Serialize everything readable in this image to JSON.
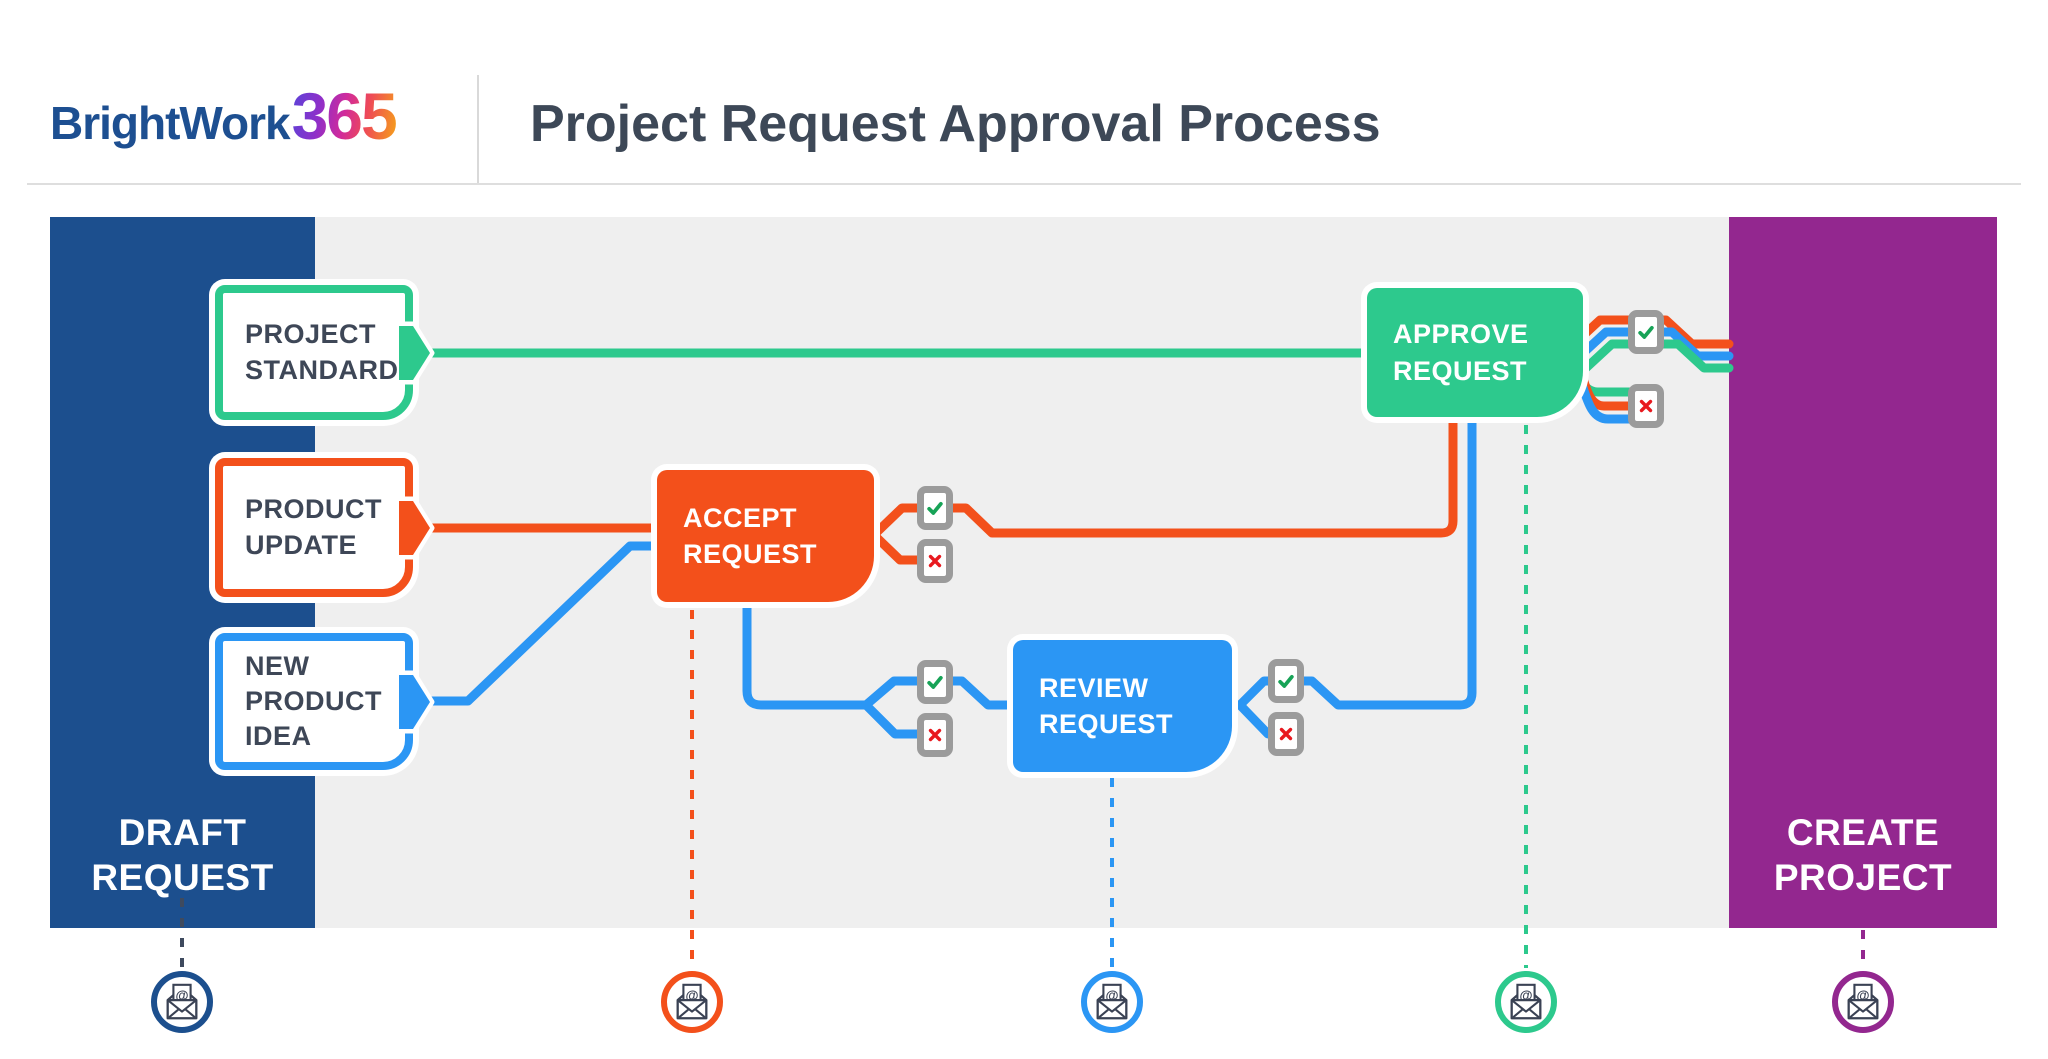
{
  "header": {
    "brand": "BrightWork",
    "brand_suffix": "365",
    "title": "Project Request Approval Process"
  },
  "lanes": {
    "draft_request": {
      "label": "DRAFT\nREQUEST",
      "color": "#1C4F8E"
    },
    "create_project": {
      "label": "CREATE\nPROJECT",
      "color": "#93278F"
    }
  },
  "request_types": [
    {
      "id": "project-standard",
      "label": "PROJECT\nSTANDARD",
      "color": "#2DC98D"
    },
    {
      "id": "product-update",
      "label": "PRODUCT\nUPDATE",
      "color": "#F3501B"
    },
    {
      "id": "new-product-idea",
      "label": "NEW\nPRODUCT\nIDEA",
      "color": "#2B96F4"
    }
  ],
  "stages": [
    {
      "id": "accept-request",
      "label": "ACCEPT\nREQUEST",
      "color": "#F3501B"
    },
    {
      "id": "review-request",
      "label": "REVIEW\nREQUEST",
      "color": "#2B96F4"
    },
    {
      "id": "approve-request",
      "label": "APPROVE\nREQUEST",
      "color": "#2DC98D"
    }
  ],
  "decision_icons": [
    {
      "after": "accept-request",
      "outcomes": [
        "approved",
        "rejected"
      ]
    },
    {
      "before": "review-request",
      "outcomes": [
        "approved",
        "rejected"
      ]
    },
    {
      "after": "review-request",
      "outcomes": [
        "approved",
        "rejected"
      ]
    },
    {
      "after": "approve-request",
      "outcomes": [
        "approved",
        "rejected"
      ]
    }
  ],
  "email_notifications": [
    {
      "stage": "draft-request",
      "color": "#1C4F8E"
    },
    {
      "stage": "accept-request",
      "color": "#F3501B"
    },
    {
      "stage": "review-request",
      "color": "#2B96F4"
    },
    {
      "stage": "approve-request",
      "color": "#2DC98D"
    },
    {
      "stage": "create-project",
      "color": "#93278F"
    }
  ],
  "status_colors": {
    "check": "#17A357",
    "cross": "#E8191F",
    "icon_frame": "#9B9B9B"
  }
}
